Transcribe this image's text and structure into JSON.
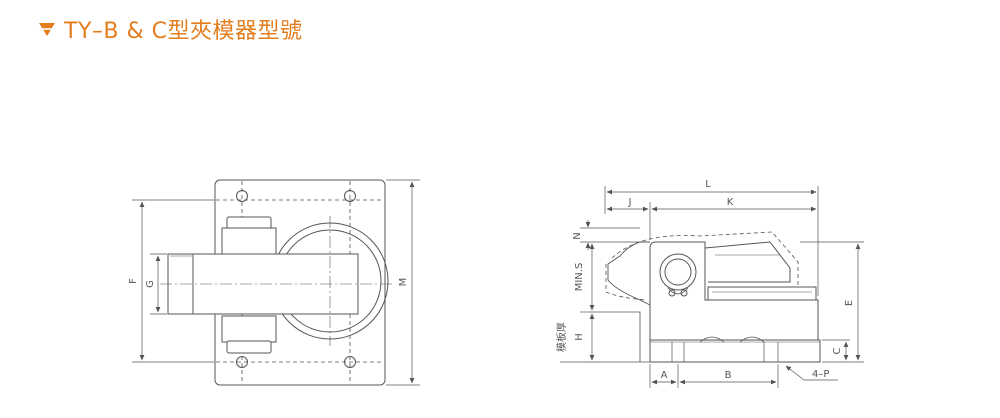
{
  "header": {
    "title": "TY–B & C型夾模器型號",
    "accent_color": "#e47e1e",
    "icon": "triangle-down-icon"
  },
  "drawing": {
    "line_color": "#555555",
    "labels": {
      "L": "L",
      "J": "J",
      "K": "K",
      "N": "N",
      "MIN_S": "MIN.S",
      "mold_thickness": "模板厚",
      "H": "H",
      "E": "E",
      "C": "C",
      "A": "A",
      "B": "B",
      "P": "4–P",
      "F": "F",
      "G": "G",
      "M": "M"
    }
  }
}
